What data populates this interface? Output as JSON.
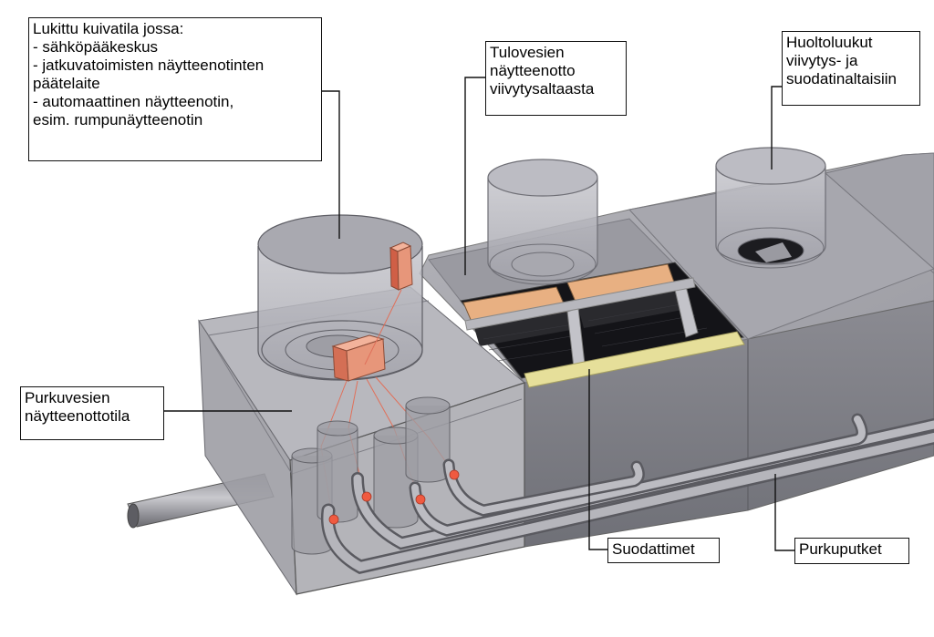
{
  "labels": {
    "drybox": {
      "lines": [
        "Lukittu kuivatila jossa:",
        "- sähköpääkeskus",
        "- jatkuvatoimisten näytteenotinten",
        "päätelaite",
        "- automaattinen näytteenotin,",
        "esim. rumpunäytteenotin"
      ]
    },
    "intake": {
      "lines": [
        "Tulovesien",
        "näytteenotto",
        "viivytysaltaasta"
      ]
    },
    "hatches": {
      "lines": [
        "Huoltoluukut",
        "viivytys- ja",
        "suodatinaltaisiin"
      ]
    },
    "discharge_room": {
      "lines": [
        "Purkuvesien",
        "näytteenottotila"
      ]
    },
    "filters": {
      "lines": [
        "Suodattimet"
      ]
    },
    "pipes": {
      "lines": [
        "Purkuputket"
      ]
    }
  },
  "colors": {
    "structure": "#8a8a90",
    "structure_dark": "#6f7077",
    "glass": "#b8b8c0",
    "filter_media": "#e8b082",
    "filter_base": "#e6df9a",
    "sampler_box": "#e7967a",
    "sample_point": "#f05a40",
    "leader_line": "#111111"
  },
  "icons": [
    "shaft-icon",
    "sampler-box-icon",
    "pipe-icon"
  ]
}
